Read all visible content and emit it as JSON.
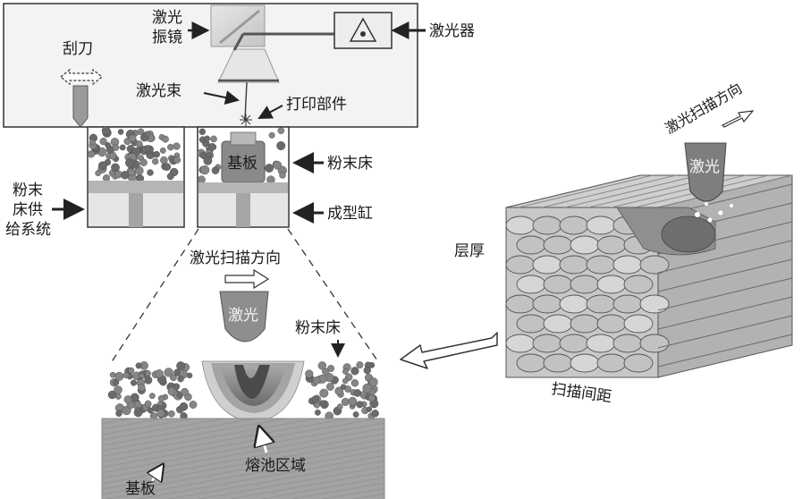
{
  "top_diagram": {
    "galvo_label_line1": "激光",
    "galvo_label_line2": "振镜",
    "laser_label": "激光器",
    "scraper_label": "刮刀",
    "beam_label": "激光束",
    "part_label": "打印部件",
    "substrate_label": "基板",
    "powder_bed_label": "粉末床",
    "supply_label_line1": "粉末",
    "supply_label_line2": "床供",
    "supply_label_line3": "给系统",
    "cylinder_label": "成型缸"
  },
  "melt_pool_diagram": {
    "scan_dir_label": "激光扫描方向",
    "laser_label": "激光",
    "powder_bed_label": "粉末床",
    "melt_pool_label": "熔池区域",
    "substrate_label": "基板"
  },
  "track_block_diagram": {
    "scan_dir_label": "激光扫描方向",
    "laser_label": "激光",
    "layer_thickness_label": "层厚",
    "hatch_spacing_label": "扫描间距"
  },
  "colors": {
    "line": "#333333",
    "powder": "#6f6f6f",
    "box_fill": "#f2f2f2",
    "track_fill": "#bdbdbd",
    "substrate": "#9a9a9a"
  }
}
